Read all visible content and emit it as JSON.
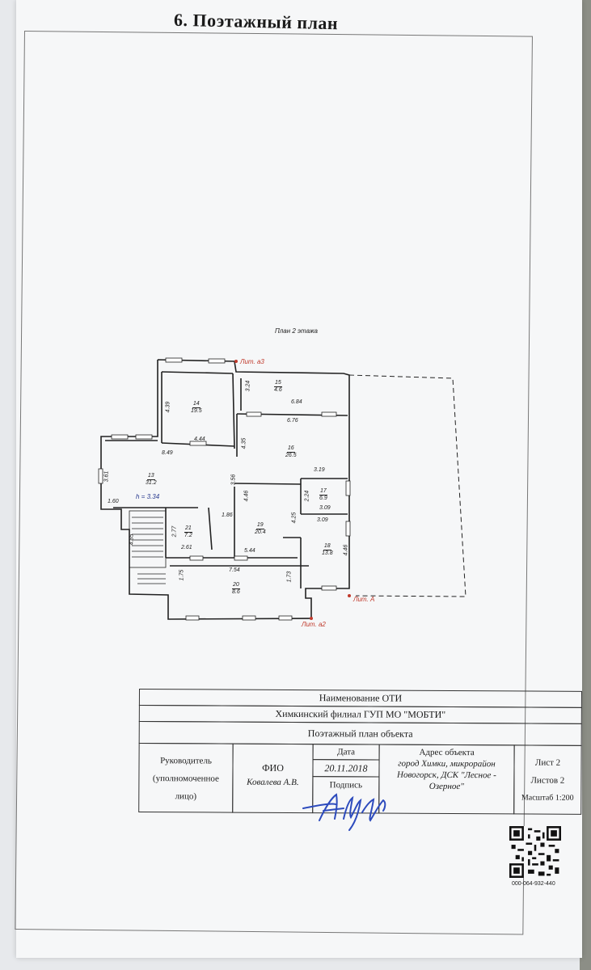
{
  "document": {
    "title": "6. Поэтажный план",
    "plan_title": "План 2 этажа"
  },
  "plan": {
    "lit_labels": [
      "Лит. а3",
      "Лит. А",
      "Лит. а2"
    ],
    "height_note": "h = 3.34",
    "rooms": [
      {
        "num": "14",
        "area": "19.5"
      },
      {
        "num": "15",
        "area": "4.6"
      },
      {
        "num": "16",
        "area": "26.5"
      },
      {
        "num": "13",
        "area": "31.2"
      },
      {
        "num": "17",
        "area": "6.9"
      },
      {
        "num": "21",
        "area": "7.2"
      },
      {
        "num": "19",
        "area": "20.4"
      },
      {
        "num": "18",
        "area": "13.8"
      },
      {
        "num": "20",
        "area": "8.6"
      }
    ],
    "dimensions": [
      "4.39",
      "3.24",
      "6.84",
      "6.76",
      "4.44",
      "4.35",
      "8.49",
      "3.61",
      "3.56",
      "3.19",
      "1.60",
      "4.46",
      "2.24",
      "3.09",
      "3.09",
      "1.86",
      "4.25",
      "2.77",
      "4.85",
      "2.61",
      "5.44",
      "4.46",
      "7.54",
      "1.75",
      "1.73"
    ]
  },
  "stamp": {
    "name_label": "Наименование ОТИ",
    "org": "Химкинский филиал ГУП МО \"МОБТИ\"",
    "object": "Поэтажный план объекта",
    "role_lines": [
      "Руководитель",
      "(уполномоченное",
      "лицо)"
    ],
    "fio_label": "ФИО",
    "fio_value": "Ковалева А.В.",
    "date_label": "Дата",
    "date_value": "20.11.2018",
    "sign_label": "Подпись",
    "address_label": "Адрес объекта",
    "address_lines": [
      "город Химки, микрорайон",
      "Новогорск, ДСК \"Лесное -",
      "Озерное\""
    ],
    "sheet": "Лист 2",
    "sheets": "Листов 2",
    "scale": "Масштаб 1:200"
  },
  "qr_caption": "000-064-932-440"
}
